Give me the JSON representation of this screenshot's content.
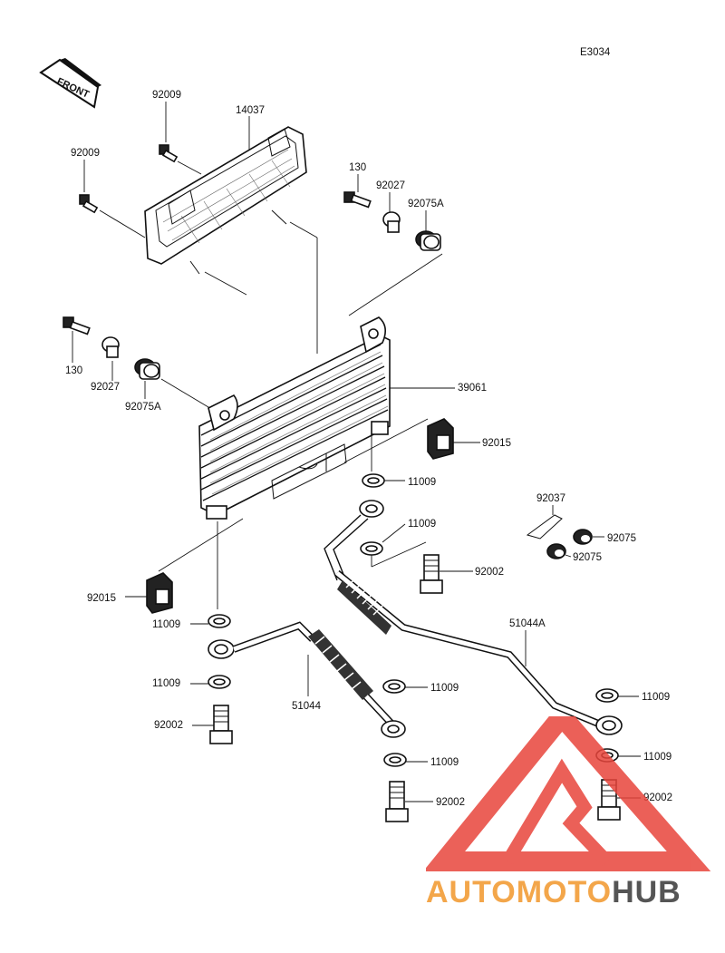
{
  "diagram_code": "E3034",
  "front_label": "FRONT",
  "watermark": {
    "brand_part1": "AUTOMOTO",
    "brand_part2": "HUB",
    "color_primary": "#e8453c",
    "color_secondary": "#f3a64a",
    "color_text_dark": "#555555"
  },
  "parts": {
    "bolt_top_1": "92009",
    "bolt_top_2": "92009",
    "cover": "14037",
    "bolt_130_top": "130",
    "collar_top": "92027",
    "grommet_top": "92075A",
    "bolt_130_left": "130",
    "collar_left": "92027",
    "grommet_left": "92075A",
    "oil_cooler": "39061",
    "nut_right": "92015",
    "washer_right": "11009",
    "washer_mid": "11009",
    "clip": "92037",
    "grommet_small_1": "92075",
    "grommet_small_2": "92075",
    "bolt_mid": "92002",
    "nut_left": "92015",
    "washer_left_1": "11009",
    "washer_left_2": "11009",
    "bolt_left": "92002",
    "hose_left": "51044",
    "hose_right": "51044A",
    "washer_center_1": "11009",
    "washer_center_2": "11009",
    "bolt_center": "92002",
    "washer_far_1": "11009",
    "washer_far_2": "11009",
    "bolt_far": "92002"
  }
}
